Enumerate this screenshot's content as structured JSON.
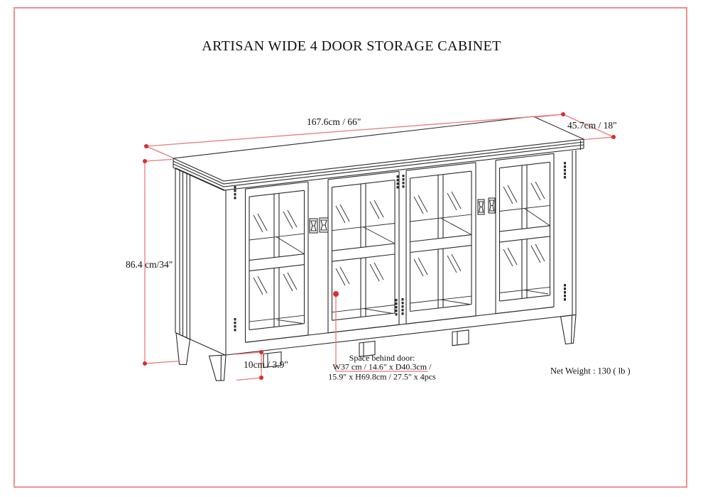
{
  "page": {
    "title": "ARTISAN WIDE 4 DOOR STORAGE CABINET"
  },
  "dimensions": {
    "width_label": "167.6cm / 66\"",
    "depth_label": "45.7cm / 18\"",
    "height_label": "86.4 cm/34\"",
    "leg_height_label": "10cm / 3.9\"",
    "space_behind_door_heading": "Space behind door:",
    "space_behind_door_line1": "W37 cm / 14.6\" x D40.3cm /",
    "space_behind_door_line2": "15.9\" x H69.8cm / 27.5\" x 4pcs",
    "net_weight_label": "Net Weight : 130 ( lb )"
  },
  "colors": {
    "page_border": "#f09090",
    "dimension_line": "#e87b7b",
    "dimension_dot": "#dd2c2c",
    "drawing_line": "#2b2b2b"
  },
  "drawing": {
    "description": "perspective line drawing of wide 4 glass-door storage cabinet"
  }
}
